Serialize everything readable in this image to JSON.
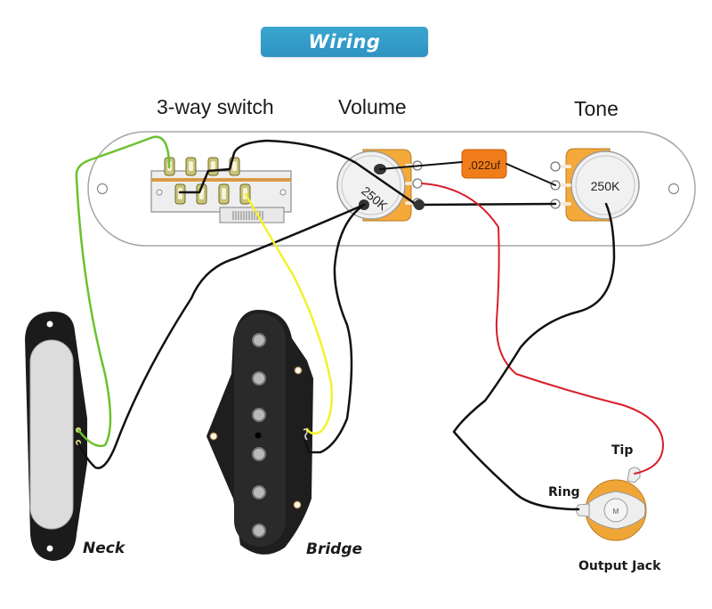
{
  "title": "Wiring",
  "colors": {
    "title_bg": "#3aa6cf",
    "wire_black": "#111111",
    "wire_green": "#6cc12e",
    "wire_yellow": "#f2f22a",
    "wire_red": "#d81e2a",
    "pot_body": "#f4a93a",
    "capacitor": "#f07d1a"
  },
  "labels": {
    "switch": "3-way switch",
    "volume": "Volume",
    "tone": "Tone",
    "neck": "Neck",
    "bridge": "Bridge",
    "output_jack": "Output Jack",
    "tip": "Tip",
    "ring": "Ring"
  },
  "components": {
    "volume_pot_value": "250K",
    "tone_pot_value": "250K",
    "capacitor_value": ".022uf",
    "jack_center_mark": "M"
  }
}
